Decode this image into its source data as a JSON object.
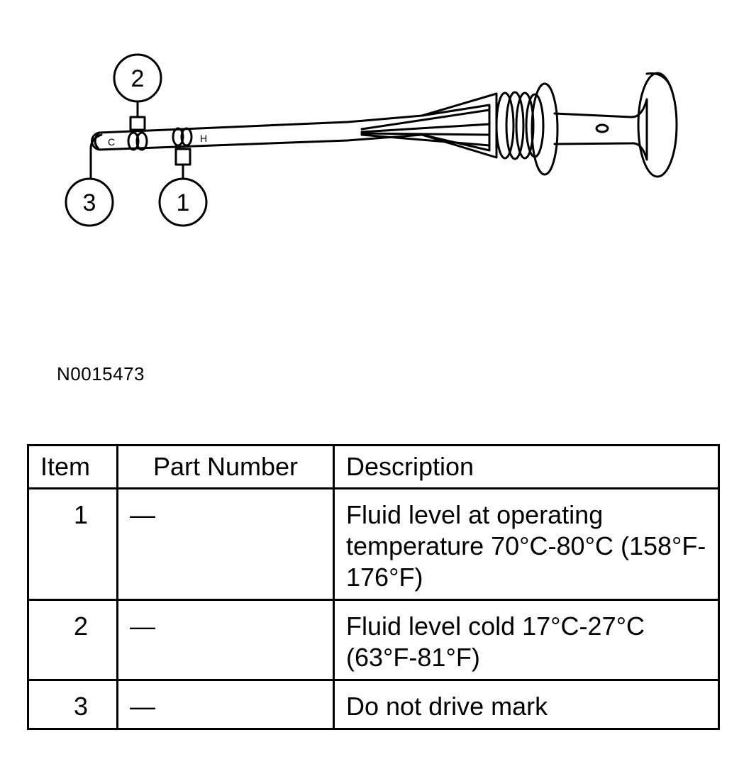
{
  "diagram": {
    "callouts": [
      {
        "id": "callout-1",
        "label": "1"
      },
      {
        "id": "callout-2",
        "label": "2"
      },
      {
        "id": "callout-3",
        "label": "3"
      }
    ],
    "marks": {
      "cold": "C",
      "hot": "H"
    },
    "figure_id": "N0015473"
  },
  "table": {
    "headers": {
      "item": "Item",
      "part": "Part Number",
      "desc": "Description"
    },
    "rows": [
      {
        "item": "1",
        "part": "—",
        "desc": "Fluid level at operating temperature 70°C-80°C (158°F-176°F)"
      },
      {
        "item": "2",
        "part": "—",
        "desc": "Fluid level cold 17°C-27°C (63°F-81°F)"
      },
      {
        "item": "3",
        "part": "—",
        "desc": "Do not drive mark"
      }
    ]
  }
}
